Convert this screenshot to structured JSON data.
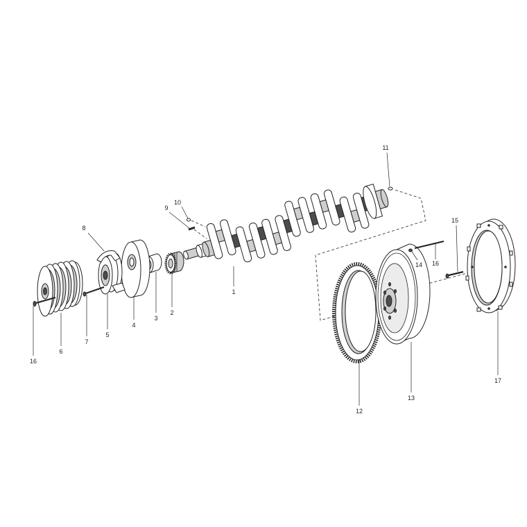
{
  "diagram": {
    "callouts": [
      "1",
      "2",
      "3",
      "4",
      "5",
      "6",
      "7",
      "8",
      "9",
      "10",
      "11",
      "12",
      "13",
      "14",
      "15",
      "16",
      "16",
      "17"
    ]
  }
}
